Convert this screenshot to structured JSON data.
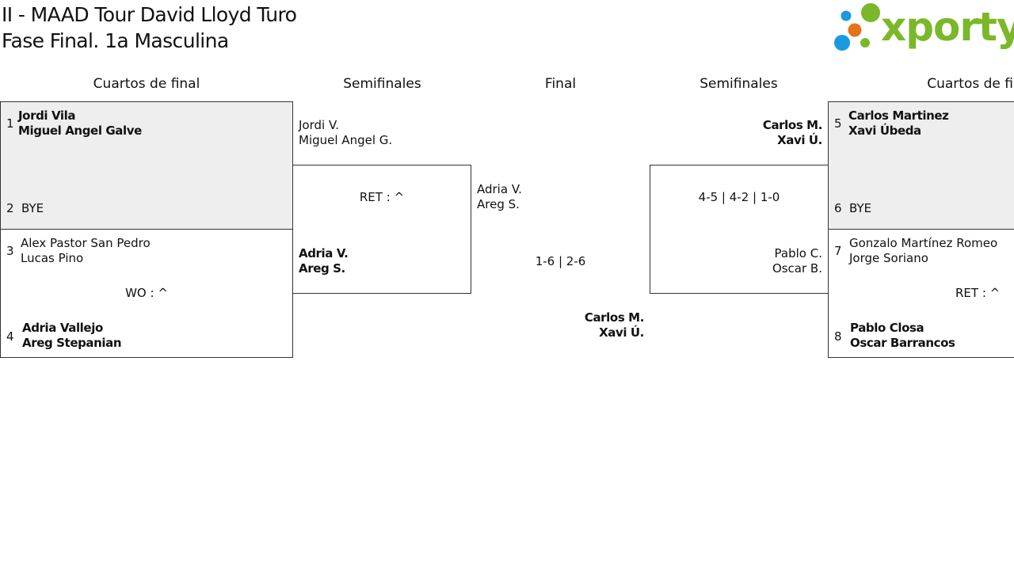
{
  "header": {
    "title_line1": "II - MAAD Tour David Lloyd Turo",
    "title_line2": "Fase Final. 1a Masculina",
    "logo_text": "xporty",
    "logo_colors": {
      "green": "#7ab829",
      "blue": "#1a9ae0",
      "orange": "#e5731a"
    }
  },
  "rounds": {
    "left_quarters": "Cuartos de final",
    "left_semis": "Semifinales",
    "final": "Final",
    "right_semis": "Semifinales",
    "right_quarters": "Cuartos de fin"
  },
  "left_quarters": {
    "match1": {
      "seed_a": "1",
      "team_a": [
        "Jordi Vila",
        "Miguel Angel Galve"
      ],
      "seed_b": "2",
      "team_b": [
        "BYE"
      ]
    },
    "match2": {
      "seed_a": "3",
      "team_a": [
        "Alex Pastor San Pedro",
        "Lucas Pino"
      ],
      "score": "WO : ^",
      "seed_b": "4",
      "team_b": [
        "Adria Vallejo",
        "Areg Stepanian"
      ]
    }
  },
  "left_semis": {
    "team_a": [
      "Jordi V.",
      "Miguel Angel G."
    ],
    "score": "RET : ^",
    "team_b": [
      "Adria V.",
      "Areg S."
    ]
  },
  "final": {
    "team_a": [
      "Adria V.",
      "Areg S."
    ],
    "score": "1-6 | 2-6",
    "team_b": [
      "Carlos M.",
      "Xavi Ú."
    ]
  },
  "right_semis": {
    "team_a": [
      "Carlos M.",
      "Xavi Ú."
    ],
    "score": "4-5 | 4-2 | 1-0",
    "team_b": [
      "Pablo C.",
      "Oscar B."
    ]
  },
  "right_quarters": {
    "match1": {
      "seed_a": "5",
      "team_a": [
        "Carlos Martinez",
        "Xavi Úbeda"
      ],
      "seed_b": "6",
      "team_b": [
        "BYE"
      ]
    },
    "match2": {
      "seed_a": "7",
      "team_a": [
        "Gonzalo Martínez Romeo",
        "Jorge Soriano"
      ],
      "score": "RET : ^",
      "seed_b": "8",
      "team_b": [
        "Pablo Closa",
        "Oscar Barrancos"
      ]
    }
  }
}
